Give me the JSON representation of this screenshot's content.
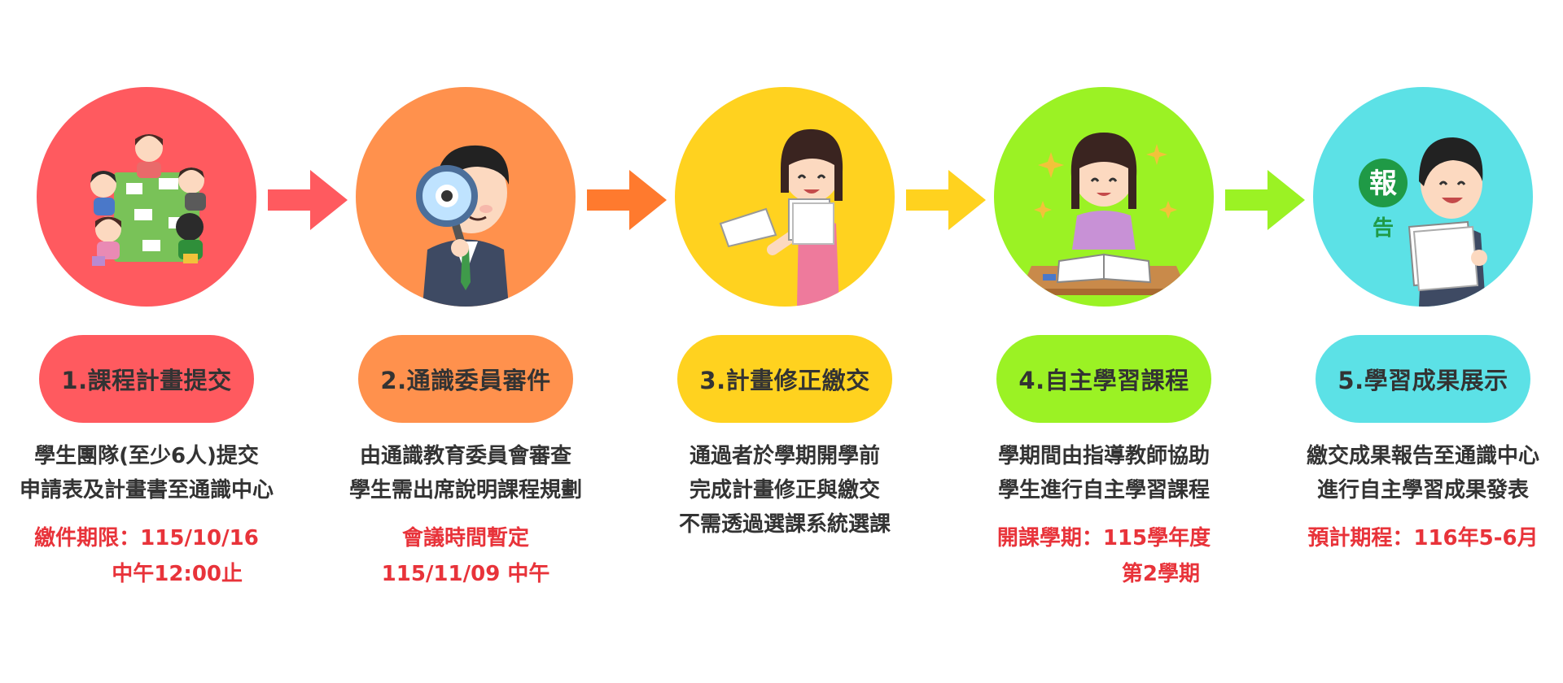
{
  "colors": {
    "text": "#333333",
    "note_red": "#e8333a"
  },
  "steps": [
    {
      "title": "1.課程計畫提交",
      "circle_color": "#ff5a5f",
      "pill_color": "#ff5a5f",
      "icon": "team-meeting-icon",
      "desc": [
        "學生團隊(至少6人)提交",
        "申請表及計畫書至通識中心"
      ],
      "note": [
        "繳件期限：115/10/16",
        "中午12:00止"
      ]
    },
    {
      "title": "2.通識委員審件",
      "circle_color": "#ff914d",
      "pill_color": "#ff914d",
      "icon": "magnifier-reviewer-icon",
      "desc": [
        "由通識教育委員會審查",
        "學生需出席說明課程規劃"
      ],
      "note": [
        "會議時間暫定",
        "115/11/09  中午"
      ]
    },
    {
      "title": "3.計畫修正繳交",
      "circle_color": "#ffd21f",
      "pill_color": "#ffd21f",
      "icon": "submit-papers-icon",
      "desc": [
        "通過者於學期開學前",
        "完成計畫修正與繳交",
        "不需透過選課系統選課"
      ],
      "note": []
    },
    {
      "title": "4.自主學習課程",
      "circle_color": "#9bf224",
      "pill_color": "#9bf224",
      "icon": "studying-student-icon",
      "desc": [
        "學期間由指導教師協助",
        "學生進行自主學習課程"
      ],
      "note": [
        "開課學期：115學年度",
        "第2學期"
      ]
    },
    {
      "title": "5.學習成果展示",
      "circle_color": "#5ce1e6",
      "pill_color": "#5ce1e6",
      "icon": "report-presenter-icon",
      "badge": [
        "報",
        "告"
      ],
      "desc": [
        "繳交成果報告至通識中心",
        "進行自主學習成果發表"
      ],
      "note": [
        "預計期程：116年5-6月"
      ]
    }
  ],
  "arrows": [
    {
      "color": "#ff5a5f",
      "icon": "arrow-right-icon"
    },
    {
      "color": "#ff7a2e",
      "icon": "arrow-right-icon"
    },
    {
      "color": "#ffd21f",
      "icon": "arrow-right-icon"
    },
    {
      "color": "#9bf224",
      "icon": "arrow-right-icon"
    }
  ]
}
